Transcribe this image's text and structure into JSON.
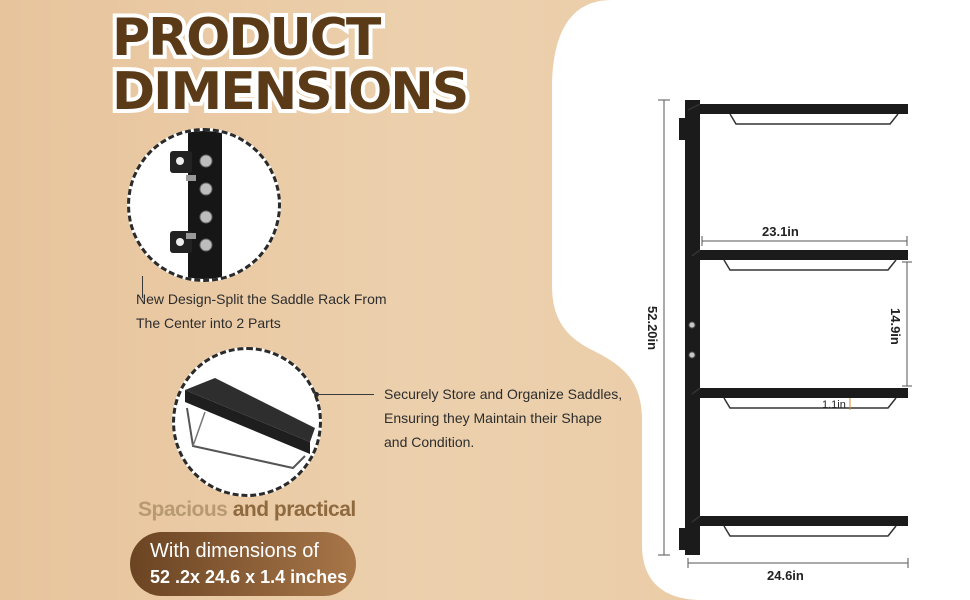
{
  "title": {
    "line1": "PRODUCT",
    "line2": "DIMENSIONS"
  },
  "feature_notes": [
    {
      "line1": "New Design-Split the Saddle Rack From",
      "line2": "The Center into 2 Parts"
    },
    {
      "line1": "Securely Store and Organize Saddles,",
      "line2": "Ensuring they Maintain their Shape",
      "line3": "and Condition."
    }
  ],
  "subtitle": {
    "light": "Spacious ",
    "strong": "and practical"
  },
  "badge": {
    "line1": "With dimensions of",
    "line2": "52 .2x 24.6 x 1.4 inches"
  },
  "dimensions": {
    "height": "52.20in",
    "rack_width": "23.1in",
    "spacing": "14.9in",
    "rail_depth": "1.1in",
    "base_width": "24.6in"
  },
  "colors": {
    "title": "#5a3a17",
    "badge_start": "#6b4423",
    "badge_end": "#a77649",
    "rack": "#1b1b1b"
  }
}
